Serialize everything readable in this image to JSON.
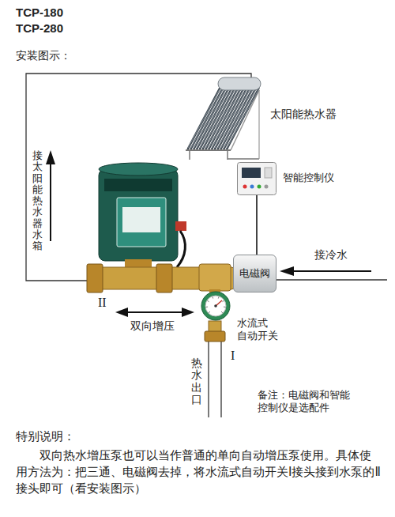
{
  "diagram": {
    "title": "TCP-180 TCP-280",
    "nodes": [
      {
        "text": [
          "太阳能热水器"
        ]
      },
      {
        "text": [
          "智能控制仪"
        ]
      },
      {
        "text": [
          "电磁阀"
        ]
      },
      {
        "text": [
          "水流式 自动开关"
        ]
      }
    ],
    "edges": [
      {
        "from": 1,
        "to": 2,
        "arrow": "none"
      }
    ],
    "labels": [
      "安装图示：",
      "接太阳能热水器水箱",
      "接冷水",
      "II",
      "双向增压",
      "I",
      "热水出口",
      "备注：电磁阀和智能控制仪是选配件",
      "特别说明：",
      "双向热水增压泵也可以当作普通的单向自动增压泵使用。具体使用方法为：把三通、电磁阀去掉，将水流式自动开关Ⅰ接头接到水泵的Ⅱ接头即可（看安装图示）"
    ]
  }
}
